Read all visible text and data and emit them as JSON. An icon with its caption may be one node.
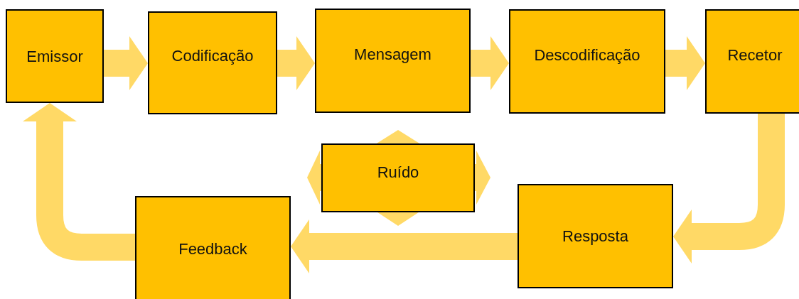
{
  "diagram": {
    "nodes": [
      {
        "text": [
          "Emissor"
        ]
      },
      {
        "text": [
          "Codificação"
        ]
      },
      {
        "text": [
          "Mensagem"
        ]
      },
      {
        "text": [
          "Descodificação"
        ]
      },
      {
        "text": [
          "Recetor"
        ]
      },
      {
        "text": [
          "Ruído"
        ]
      },
      {
        "text": [
          "Resposta"
        ]
      },
      {
        "text": [
          "Feedback"
        ]
      }
    ],
    "edges": [
      {
        "from": 0,
        "to": 1,
        "arrow": "to"
      },
      {
        "from": 1,
        "to": 2,
        "arrow": "to"
      },
      {
        "from": 2,
        "to": 3,
        "arrow": "to"
      },
      {
        "from": 3,
        "to": 4,
        "arrow": "to"
      },
      {
        "from": 4,
        "to": 6,
        "arrow": "to"
      },
      {
        "from": 6,
        "to": 7,
        "arrow": "to"
      },
      {
        "from": 7,
        "to": 0,
        "arrow": "to"
      }
    ]
  }
}
